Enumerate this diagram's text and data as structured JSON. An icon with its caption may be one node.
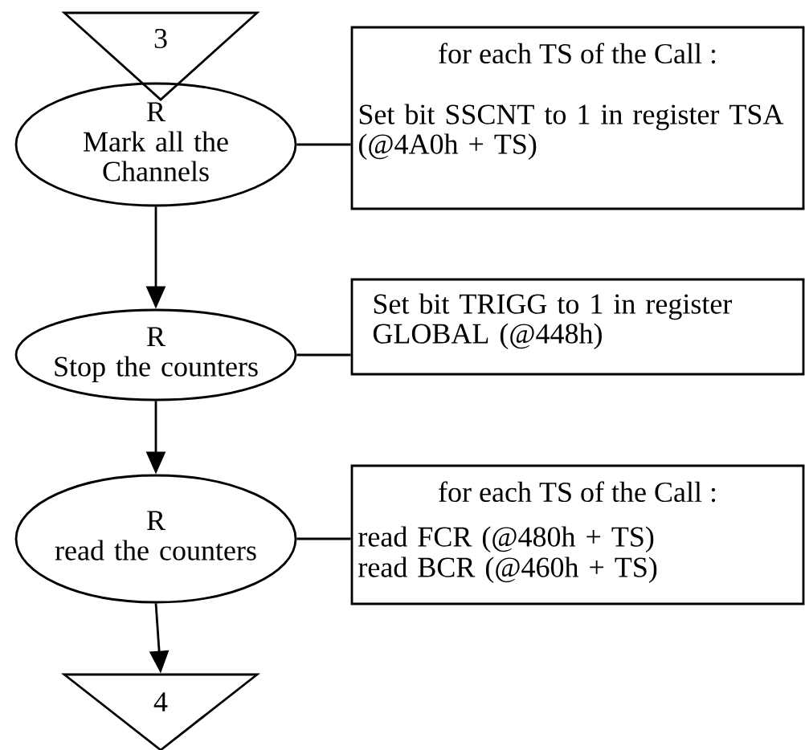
{
  "diagram": {
    "nodes": [
      {
        "text": [
          "3"
        ]
      },
      {
        "text": [
          "R",
          "Mark all the Channels"
        ]
      },
      {
        "text": [
          "for each TS of the Call :",
          "Set bit SSCNT to 1 in register TSA (@4A0h + TS)"
        ]
      },
      {
        "text": [
          "R",
          "Stop the counters"
        ]
      },
      {
        "text": [
          "Set bit TRIGG to 1 in register GLOBAL (@448h)"
        ]
      },
      {
        "text": [
          "R",
          "read the counters"
        ]
      },
      {
        "text": [
          "for each TS of the Call :",
          "read FCR (@480h + TS)",
          "read BCR (@460h + TS)"
        ]
      },
      {
        "text": [
          "4"
        ]
      }
    ],
    "edges": [
      {
        "from": 1,
        "to": 2,
        "arrow": "none"
      },
      {
        "from": 1,
        "to": 3,
        "arrow": "to"
      },
      {
        "from": 3,
        "to": 4,
        "arrow": "none"
      },
      {
        "from": 3,
        "to": 5,
        "arrow": "to"
      },
      {
        "from": 5,
        "to": 6,
        "arrow": "none"
      },
      {
        "from": 5,
        "to": 7,
        "arrow": "to"
      }
    ]
  }
}
